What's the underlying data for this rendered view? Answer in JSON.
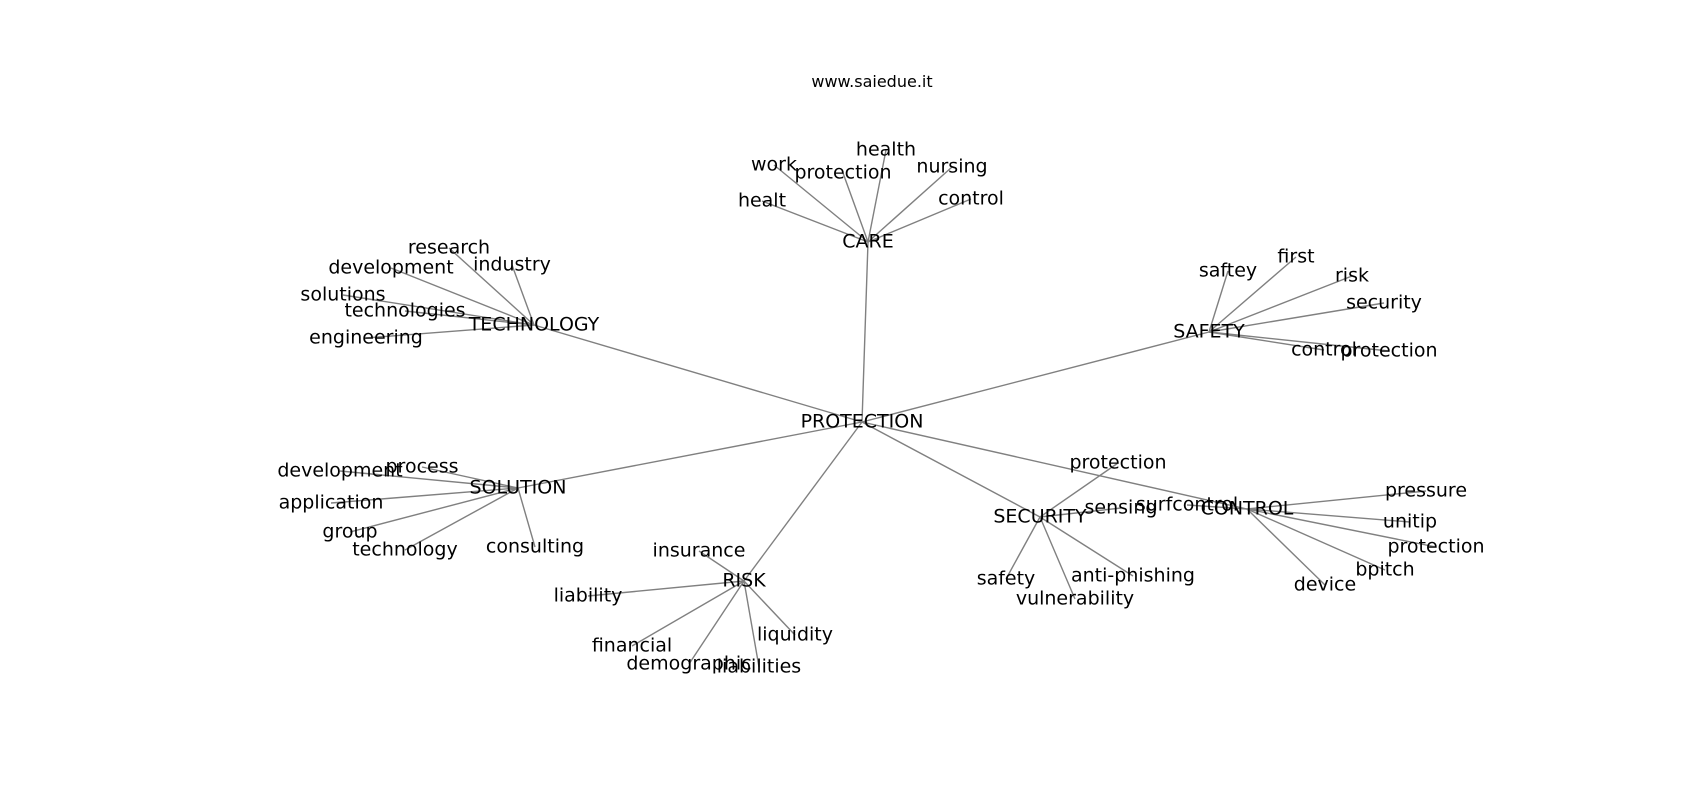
{
  "header": {
    "site": "www.saiedue.it"
  },
  "graph": {
    "center": "PROTECTION",
    "hubs": [
      {
        "id": "care",
        "label": "CARE",
        "leaves": [
          "health",
          "work",
          "protection",
          "nursing",
          "healt",
          "control"
        ]
      },
      {
        "id": "technology",
        "label": "TECHNOLOGY",
        "leaves": [
          "research",
          "development",
          "industry",
          "solutions",
          "technologies",
          "engineering"
        ]
      },
      {
        "id": "safety",
        "label": "SAFETY",
        "leaves": [
          "saftey",
          "first",
          "risk",
          "security",
          "control",
          "protection"
        ]
      },
      {
        "id": "solution",
        "label": "SOLUTION",
        "leaves": [
          "development",
          "process",
          "application",
          "group",
          "technology",
          "consulting"
        ]
      },
      {
        "id": "risk",
        "label": "RISK",
        "leaves": [
          "insurance",
          "liability",
          "financial",
          "demographic",
          "liabilities",
          "liquidity"
        ]
      },
      {
        "id": "security",
        "label": "SECURITY",
        "leaves": [
          "protection",
          "sensing",
          "safety",
          "anti-phishing",
          "vulnerability"
        ]
      },
      {
        "id": "control",
        "label": "CONTROL",
        "leaves": [
          "surfcontrol",
          "pressure",
          "unitip",
          "protection",
          "bpitch",
          "device"
        ]
      }
    ]
  }
}
